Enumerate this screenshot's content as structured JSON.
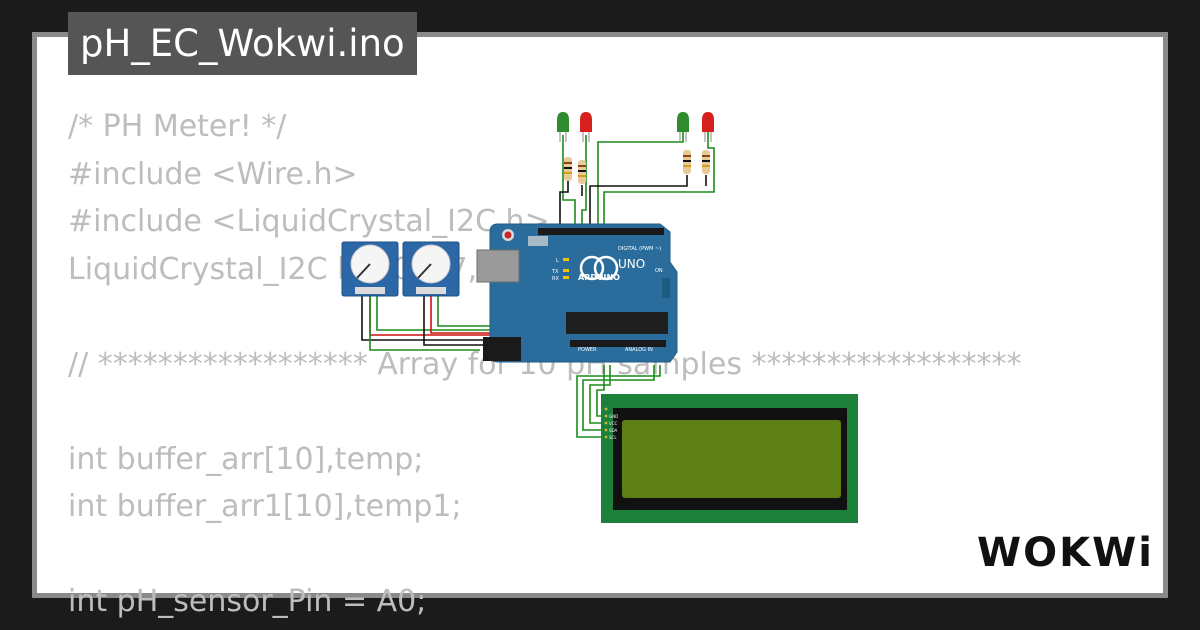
{
  "project": {
    "filename": "pH_EC_Wokwi.ino"
  },
  "code_lines": [
    "/* PH Meter! */",
    "#include <Wire.h>",
    "#include <LiquidCrystal_I2C.h>",
    "LiquidCrystal_I2C lcd(0x27, 16, 2);",
    "",
    "// ****************** Array for 10 pH samples ******************",
    "",
    "int buffer_arr[10],temp;",
    "int buffer_arr1[10],temp1;",
    "",
    "int pH_sensor_Pin = A0;"
  ],
  "board": {
    "brand_label": "ARDUINO",
    "model_label": "UNO",
    "digital_label": "DIGITAL (PWM ~)",
    "analog_label": "ANALOG IN",
    "power_label": "POWER",
    "on_label": "ON",
    "led_labels": [
      "L",
      "TX",
      "RX"
    ]
  },
  "lcd_pins": [
    "GND",
    "VCC",
    "SDA",
    "SCL"
  ],
  "logo": {
    "text": "WOKWi"
  },
  "colors": {
    "background": "#1b1b1b",
    "badge": "#555555",
    "code_text": "#bdbdbd",
    "board_blue": "#2a6d9c",
    "lcd_green": "#1c7f3a",
    "lcd_screen": "#5e7f14",
    "wire_green": "#1c8c1c",
    "wire_red": "#cc1111",
    "wire_black": "#111111"
  }
}
